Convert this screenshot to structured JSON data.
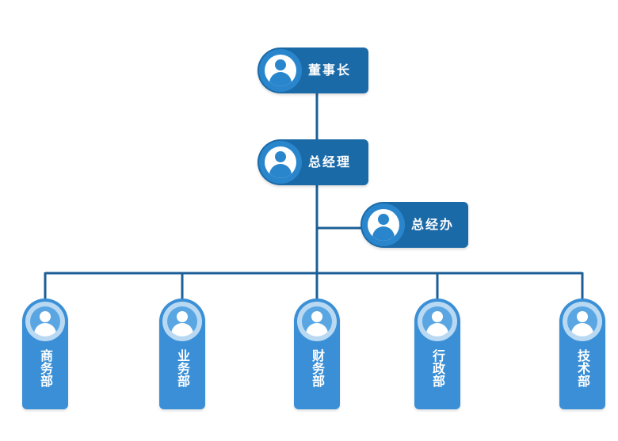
{
  "org_chart": {
    "root": {
      "title": "董事长"
    },
    "gm": {
      "title": "总经理"
    },
    "assistant": {
      "title": "总经办"
    },
    "departments": [
      {
        "title": "商务部"
      },
      {
        "title": "业务部"
      },
      {
        "title": "财务部"
      },
      {
        "title": "行政部"
      },
      {
        "title": "技术部"
      }
    ]
  },
  "colors": {
    "node_dark": "#1b6aa8",
    "node_light": "#3a8fd6",
    "connector": "#1b5f96"
  }
}
